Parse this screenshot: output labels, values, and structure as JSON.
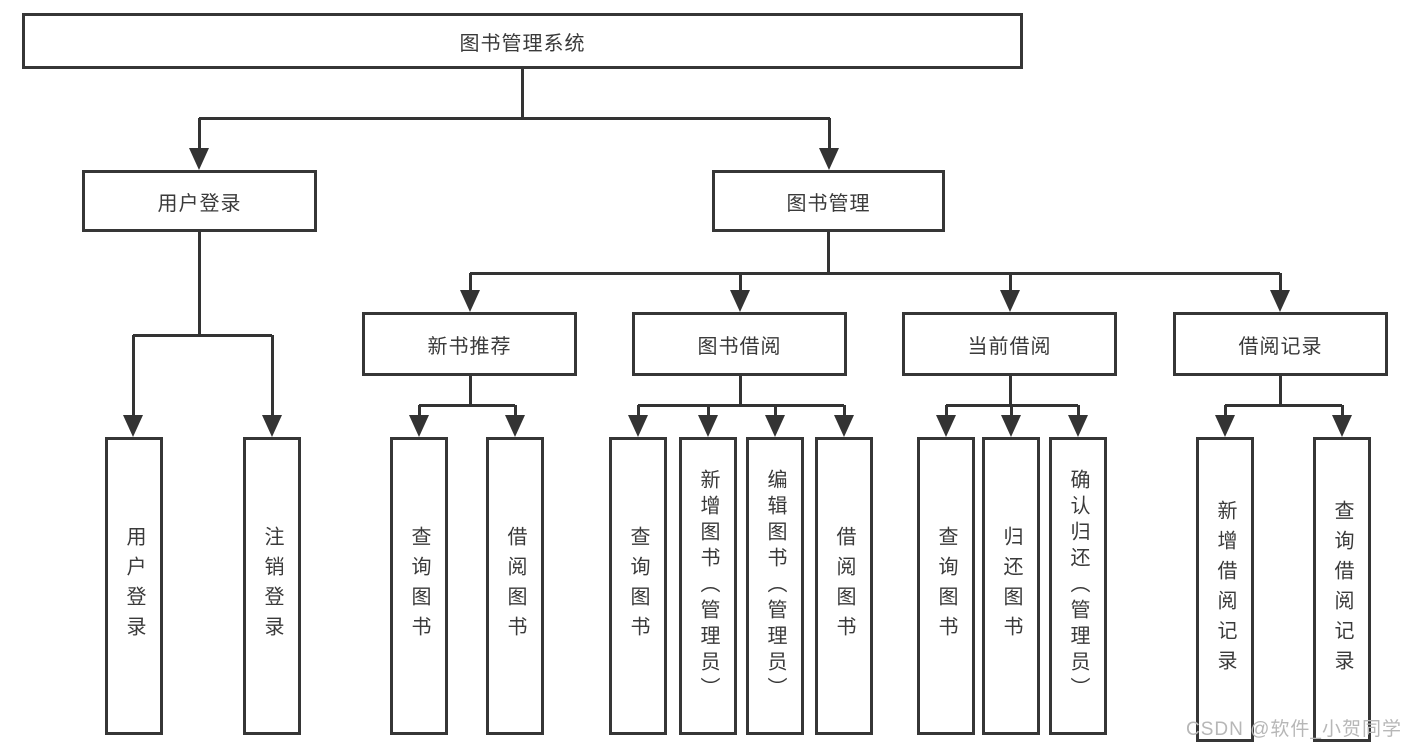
{
  "tree": {
    "root": {
      "label": "图书管理系统"
    },
    "level2": {
      "user_login": {
        "label": "用户登录"
      },
      "book_management": {
        "label": "图书管理"
      }
    },
    "level3": {
      "new_book_recommend": {
        "label": "新书推荐"
      },
      "book_borrow": {
        "label": "图书借阅"
      },
      "current_borrow": {
        "label": "当前借阅"
      },
      "borrow_records": {
        "label": "借阅记录"
      }
    },
    "leaves": {
      "user_login": {
        "label": "用户登录"
      },
      "logout": {
        "label": "注销登录"
      },
      "recommend_query_book": {
        "label": "查询图书"
      },
      "recommend_borrow_book": {
        "label": "借阅图书"
      },
      "borrow_query_book": {
        "label": "查询图书"
      },
      "borrow_add_book": {
        "label": "新增图书（管理员）"
      },
      "borrow_edit_book": {
        "label": "编辑图书（管理员）"
      },
      "borrow_borrow_book": {
        "label": "借阅图书"
      },
      "current_query_book": {
        "label": "查询图书"
      },
      "current_return_book": {
        "label": "归还图书"
      },
      "current_confirm_return": {
        "label": "确认归还（管理员）"
      },
      "records_add_record": {
        "label": "新增借阅记录"
      },
      "records_query_record": {
        "label": "查询借阅记录"
      }
    }
  },
  "watermark": {
    "text": "CSDN @软件_小贺同学"
  },
  "colors": {
    "line": "#333333",
    "box_border": "#363636",
    "text": "#3a3a3a",
    "background": "#ffffff",
    "watermark": "#b7b7b7"
  }
}
